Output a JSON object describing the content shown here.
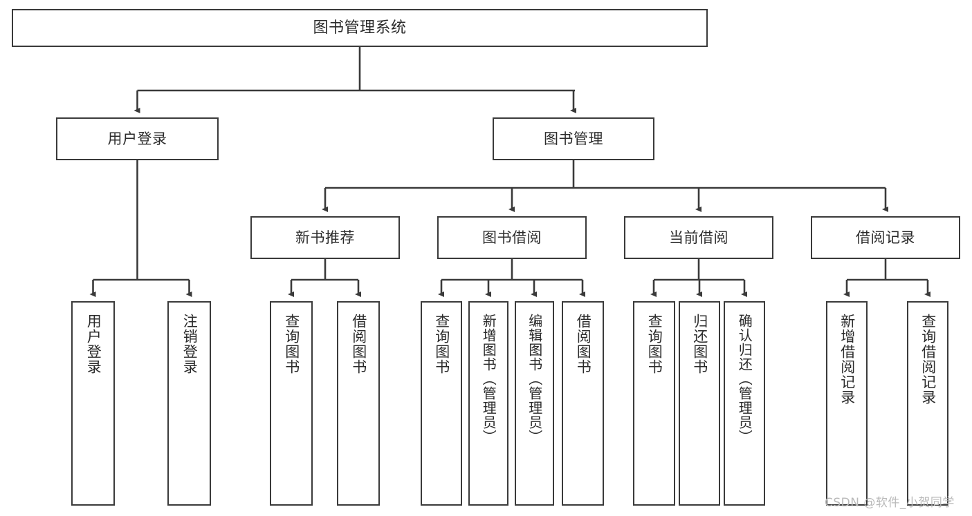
{
  "diagram": {
    "title": "图书管理系统",
    "type": "hierarchy-tree",
    "watermark": "CSDN @软件_小贺同学",
    "colors": {
      "stroke": "#3a3a3a",
      "background": "#ffffff",
      "text": "#2b2b2b",
      "watermark": "#b9b9b9"
    },
    "levels": {
      "root": {
        "label": "图书管理系统"
      },
      "level2": [
        {
          "label": "用户登录"
        },
        {
          "label": "图书管理"
        }
      ],
      "level3": [
        {
          "label": "新书推荐"
        },
        {
          "label": "图书借阅"
        },
        {
          "label": "当前借阅"
        },
        {
          "label": "借阅记录"
        }
      ],
      "leaves": [
        {
          "label": "用户登录",
          "parent": "用户登录"
        },
        {
          "label": "注销登录",
          "parent": "用户登录"
        },
        {
          "label": "查询图书",
          "parent": "新书推荐"
        },
        {
          "label": "借阅图书",
          "parent": "新书推荐"
        },
        {
          "label": "查询图书",
          "parent": "图书借阅"
        },
        {
          "label": "新增图书（管理员）",
          "parent": "图书借阅"
        },
        {
          "label": "编辑图书（管理员）",
          "parent": "图书借阅"
        },
        {
          "label": "借阅图书",
          "parent": "图书借阅"
        },
        {
          "label": "查询图书",
          "parent": "当前借阅"
        },
        {
          "label": "归还图书",
          "parent": "当前借阅"
        },
        {
          "label": "确认归还（管理员）",
          "parent": "当前借阅"
        },
        {
          "label": "新增借阅记录",
          "parent": "借阅记录"
        },
        {
          "label": "查询借阅记录",
          "parent": "借阅记录"
        }
      ]
    }
  }
}
